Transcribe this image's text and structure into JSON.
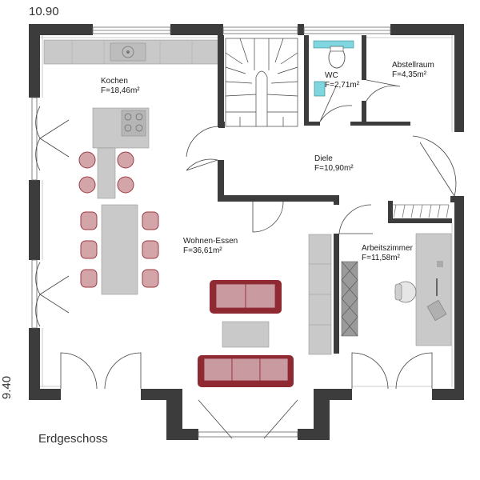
{
  "dimensions": {
    "width_label": "10.90",
    "depth_label": "9.40"
  },
  "floor_name": "Erdgeschoss",
  "rooms": [
    {
      "key": "kochen",
      "name": "Kochen",
      "area": "F=18,46m²"
    },
    {
      "key": "wc",
      "name": "WC",
      "area": "F=2,71m²"
    },
    {
      "key": "abstellraum",
      "name": "Abstellraum",
      "area": "F=4,35m²"
    },
    {
      "key": "diele",
      "name": "Diele",
      "area": "F=10,90m²"
    },
    {
      "key": "wohnen",
      "name": "Wohnen-Essen",
      "area": "F=36,61m²"
    },
    {
      "key": "arbeitszimmer",
      "name": "Arbeitszimmer",
      "area": "F=11,58m²"
    }
  ],
  "colors": {
    "wall": "#3c3c3c",
    "furniture": "#c9c9c9",
    "chair": "#d4a5a8",
    "chair_outline": "#9a3b42",
    "sofa": "#c99aa0",
    "sofa_frame": "#8f2a33",
    "sanitary": "#7fd6df"
  }
}
